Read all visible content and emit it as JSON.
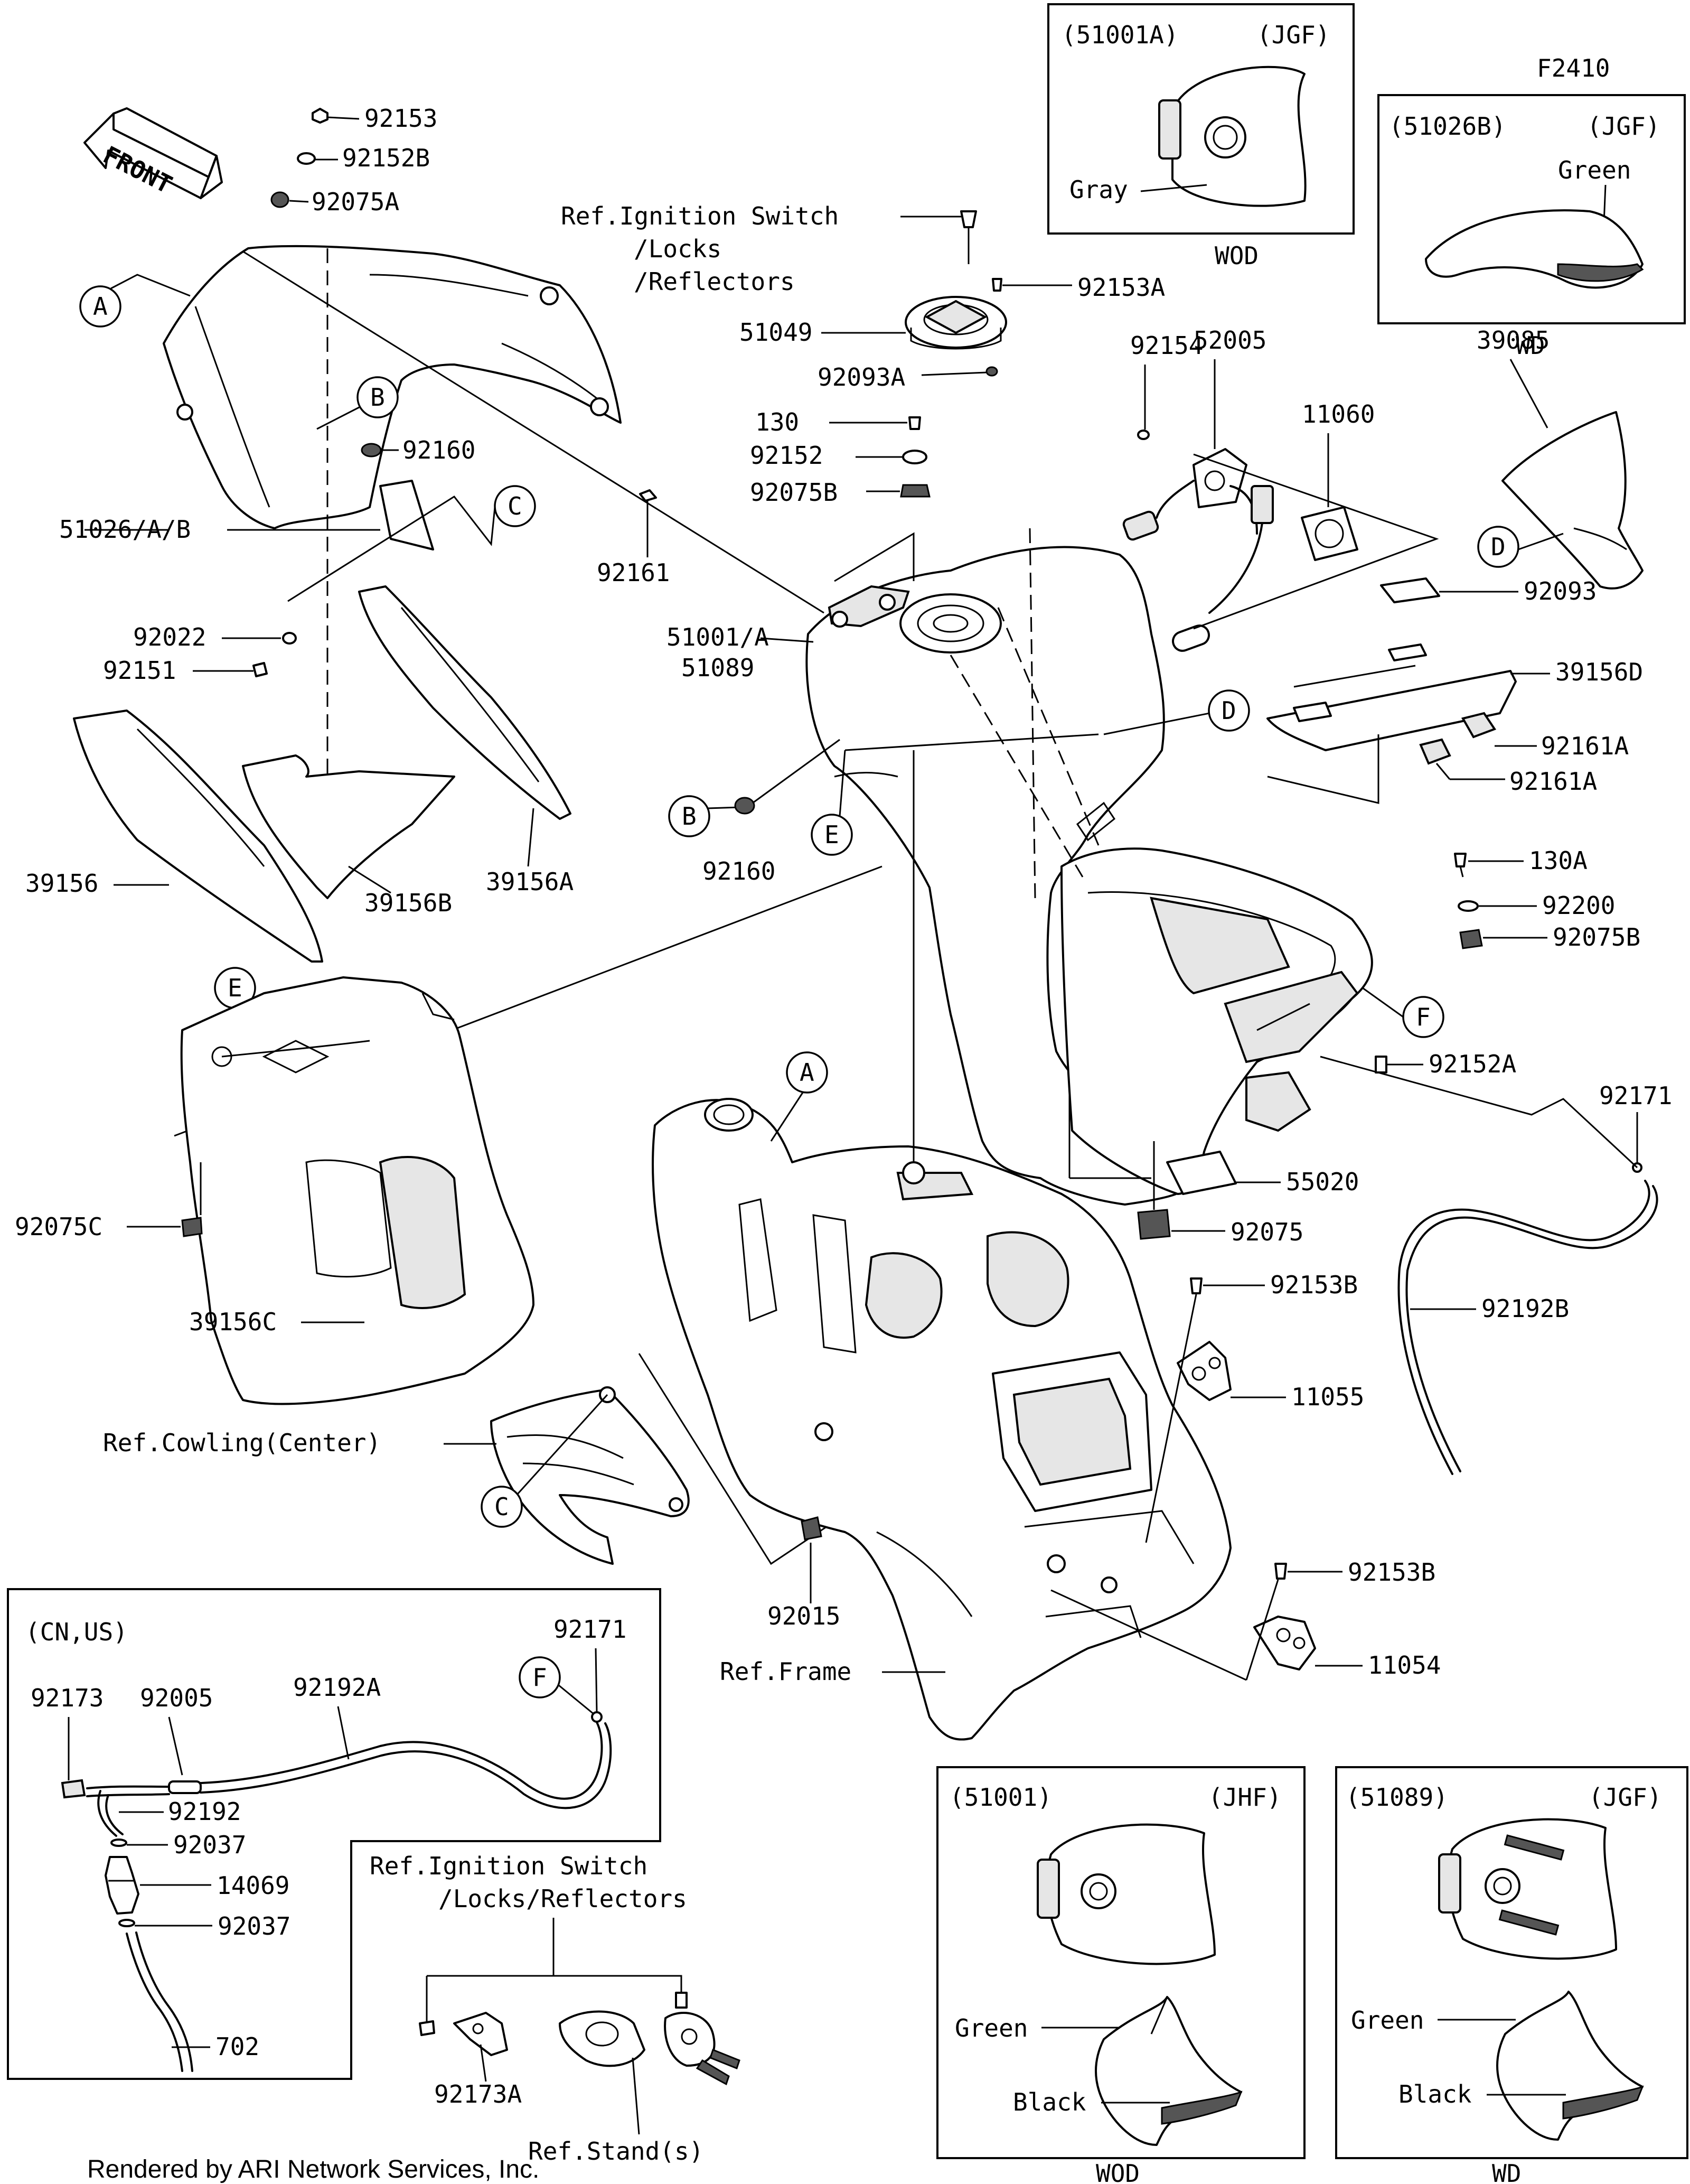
{
  "diagram_code": "F2410",
  "front_arrow_label": "FRONT",
  "parts": {
    "p92153": "92153",
    "p92152B": "92152B",
    "p92075A": "92075A",
    "p92160_top": "92160",
    "p51026AB": "51026/A/B",
    "p92022": "92022",
    "p92151": "92151",
    "p39156": "39156",
    "p39156B": "39156B",
    "p39156A": "39156A",
    "p92161": "92161",
    "p92075C": "92075C",
    "p39156C": "39156C",
    "p_ref_cowling": "Ref.Cowling(Center)",
    "p_ref_ignition_top": "Ref.Ignition Switch",
    "p_ref_ignition_top2": "/Locks",
    "p_ref_ignition_top3": "/Reflectors",
    "p92153A": "92153A",
    "p51049": "51049",
    "p92093A": "92093A",
    "p130": "130",
    "p92152": "92152",
    "p92075B_top": "92075B",
    "p51001A": "51001/A",
    "p51089": "51089",
    "p92160_mid": "92160",
    "p92154": "92154",
    "p52005": "52005",
    "p11060": "11060",
    "p39085": "39085",
    "p92093": "92093",
    "p39156D": "39156D",
    "p92161A_1": "92161A",
    "p92161A_2": "92161A",
    "p130A": "130A",
    "p92200": "92200",
    "p92075B_right": "92075B",
    "p92152A": "92152A",
    "p92171_right": "92171",
    "p55020": "55020",
    "p92075": "92075",
    "p92192B": "92192B",
    "p92153B_1": "92153B",
    "p11055": "11055",
    "p92153B_2": "92153B",
    "p11054": "11054",
    "p92015": "92015",
    "p_ref_frame": "Ref.Frame"
  },
  "callouts": {
    "A": "A",
    "B": "B",
    "C": "C",
    "D": "D",
    "E": "E",
    "F": "F"
  },
  "inset_top_1": {
    "part": "(51001A)",
    "region": "(JGF)",
    "color": "Gray",
    "model": "WOD"
  },
  "inset_top_2": {
    "part": "(51026B)",
    "region": "(JGF)",
    "color": "Green",
    "model": "WD"
  },
  "inset_cn_us": {
    "title": "(CN,US)",
    "p92171": "92171",
    "p92173": "92173",
    "p92005": "92005",
    "p92192A": "92192A",
    "p92192": "92192",
    "p92037_1": "92037",
    "p14069": "14069",
    "p92037_2": "92037",
    "p702": "702"
  },
  "inset_ignition": {
    "title1": "Ref.Ignition Switch",
    "title2": "/Locks/Reflectors",
    "p92173A": "92173A",
    "ref_stand": "Ref.Stand(s)"
  },
  "inset_bottom_1": {
    "part": "(51001)",
    "region": "(JHF)",
    "color1": "Green",
    "color2": "Black",
    "model": "WOD"
  },
  "inset_bottom_2": {
    "part": "(51089)",
    "region": "(JGF)",
    "color1": "Green",
    "color2": "Black",
    "model": "WD"
  },
  "footer": "Rendered by ARI Network Services, Inc."
}
